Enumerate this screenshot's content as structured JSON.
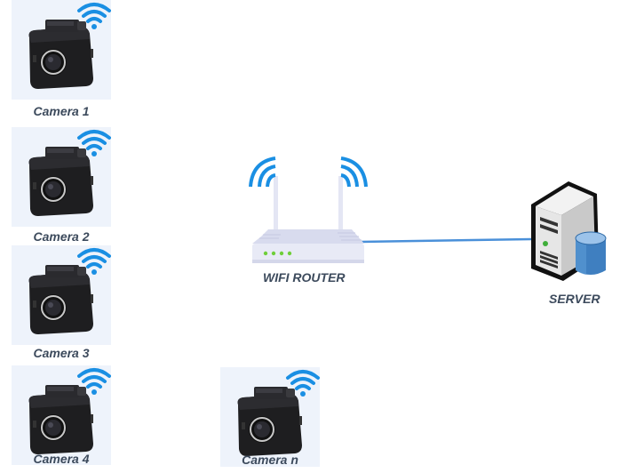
{
  "diagram": {
    "cameras": [
      {
        "id": "camera-1",
        "label": "Camera 1"
      },
      {
        "id": "camera-2",
        "label": "Camera 2"
      },
      {
        "id": "camera-3",
        "label": "Camera 3"
      },
      {
        "id": "camera-4",
        "label": "Camera 4"
      },
      {
        "id": "camera-n",
        "label": "Camera n"
      }
    ],
    "router": {
      "label": "WIFI ROUTER",
      "led_count": 4
    },
    "server": {
      "label": "SERVER"
    },
    "connections": [
      {
        "from": "router",
        "to": "server",
        "type": "wired"
      }
    ],
    "colors": {
      "wifi": "#1a8fe3",
      "link": "#4a90d9",
      "label": "#3c4a5c",
      "camera_bg": "#eef3fb",
      "router_body": "#e4e6f4",
      "led": "#6fcf3a",
      "db": "#3f7fc0"
    }
  }
}
